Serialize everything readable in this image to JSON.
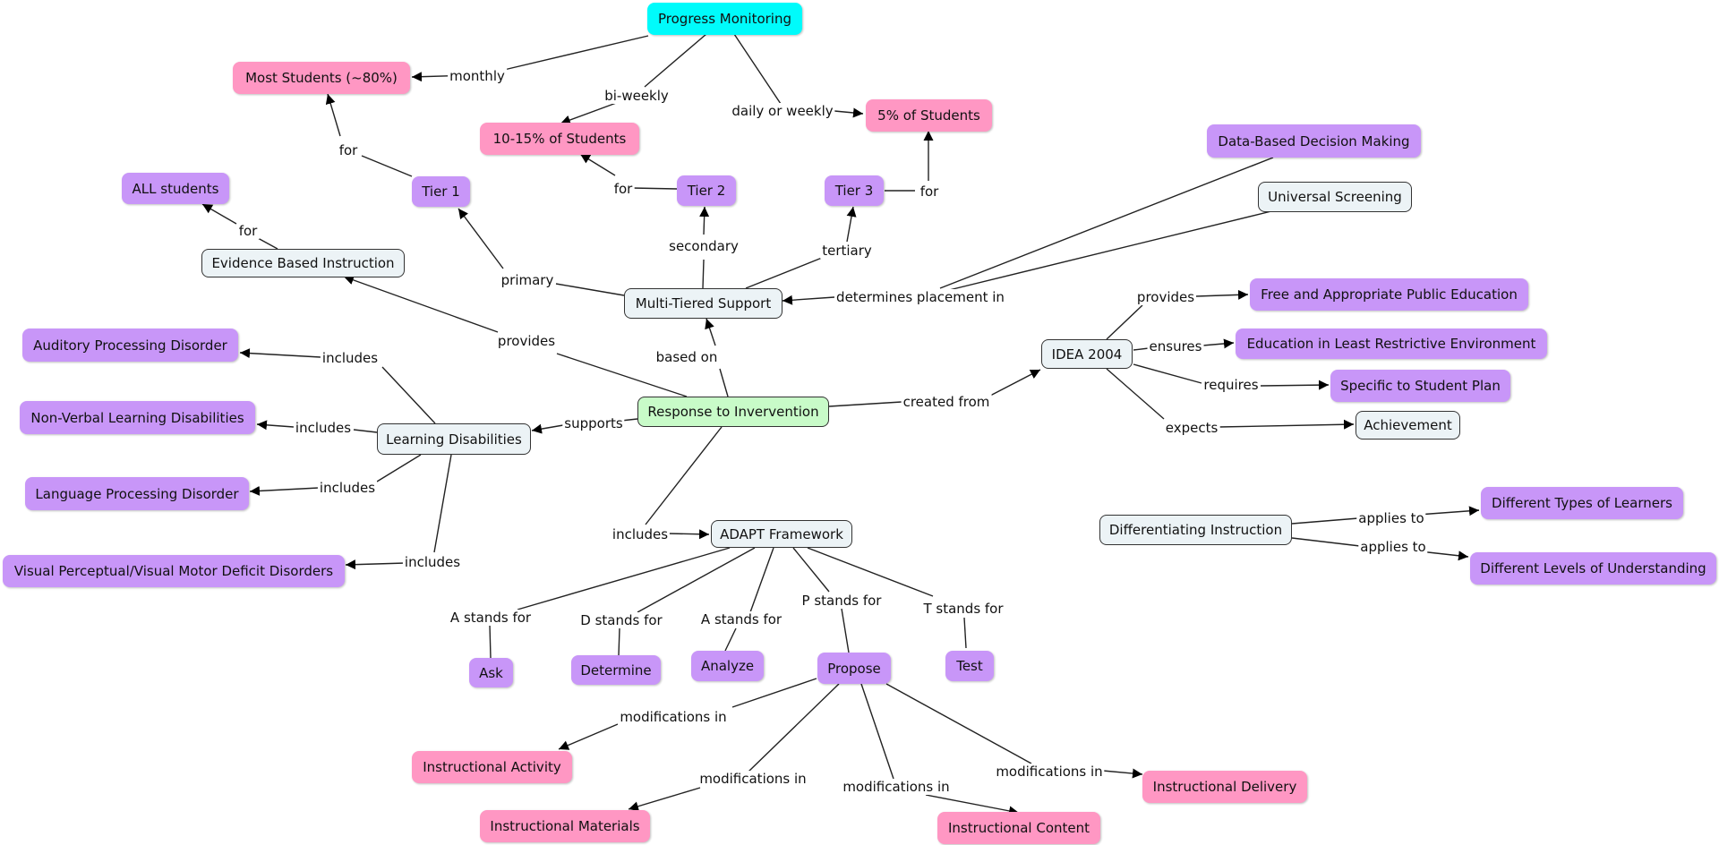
{
  "nodes": {
    "progress_monitoring": "Progress Monitoring",
    "most_students": "Most Students (~80%)",
    "ten_fifteen": "10-15% of Students",
    "five_percent": "5% of Students",
    "all_students": "ALL students",
    "tier1": "Tier 1",
    "tier2": "Tier 2",
    "tier3": "Tier 3",
    "data_based": "Data-Based Decision Making",
    "universal_screening": "Universal Screening",
    "evidence_based": "Evidence Based Instruction",
    "multi_tiered": "Multi-Tiered Support",
    "fape": "Free and Appropriate Public Education",
    "auditory": "Auditory Processing Disorder",
    "idea": "IDEA 2004",
    "lre": "Education in Least Restrictive Environment",
    "specific_plan": "Specific to Student Plan",
    "nonverbal": "Non-Verbal Learning Disabilities",
    "learning_disabilities": "Learning Disabilities",
    "rti": "Response to Invervention",
    "achievement": "Achievement",
    "language": "Language Processing Disorder",
    "different_types": "Different Types of Learners",
    "differentiating": "Differentiating Instruction",
    "adapt": "ADAPT Framework",
    "visual": "Visual Perceptual/Visual Motor Deficit Disorders",
    "different_levels": "Different Levels of Understanding",
    "ask": "Ask",
    "determine": "Determine",
    "analyze": "Analyze",
    "propose": "Propose",
    "test": "Test",
    "instr_activity": "Instructional Activity",
    "instr_delivery": "Instructional Delivery",
    "instr_materials": "Instructional Materials",
    "instr_content": "Instructional Content"
  },
  "links": {
    "monthly": "monthly",
    "biweekly": "bi-weekly",
    "daily_weekly": "daily or weekly",
    "for_t1": "for",
    "for_t2": "for",
    "for_t3": "for",
    "for_ebi": "for",
    "secondary": "secondary",
    "tertiary": "tertiary",
    "primary": "primary",
    "determines": "determines placement in",
    "provides_ebi": "provides",
    "based_on": "based on",
    "provides_idea": "provides",
    "ensures": "ensures",
    "requires": "requires",
    "expects": "expects",
    "created_from": "created from",
    "includes_1": "includes",
    "includes_2": "includes",
    "includes_3": "includes",
    "includes_4": "includes",
    "supports": "supports",
    "includes_adapt": "includes",
    "applies_1": "applies to",
    "applies_2": "applies to",
    "a_stands_1": "A stands for",
    "d_stands": "D stands for",
    "a_stands_2": "A stands for",
    "p_stands": "P stands for",
    "t_stands": "T stands for",
    "mod_1": "modifications in",
    "mod_2": "modifications in",
    "mod_3": "modifications in",
    "mod_4": "modifications in"
  }
}
